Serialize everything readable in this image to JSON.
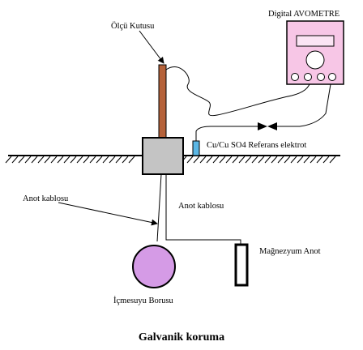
{
  "figure": {
    "caption": "Galvanik koruma",
    "labels": {
      "test_box": "Ölçü Kutusu",
      "multimeter": "Digital AVOMETRE",
      "reference_electrode": "Cu/Cu SO4 Referans elektrot",
      "anode_cable_left": "Anot kablosu",
      "anode_cable_center": "Anot kablosu",
      "magnesium_anode": "Mağnezyum Anot",
      "pipe": "İçmesuyu Borusu"
    }
  },
  "colors": {
    "meter_body": "#f7c6e6",
    "meter_screen": "#fbe4f4",
    "post": "#b5623a",
    "box": "#c4c4c4",
    "pipe": "#d59be6",
    "electrode": "#5bb7e5",
    "line": "#000000"
  },
  "icons": {
    "meter_terminals": "circle-icon",
    "cable_connector": "bowtie-connector-icon"
  }
}
